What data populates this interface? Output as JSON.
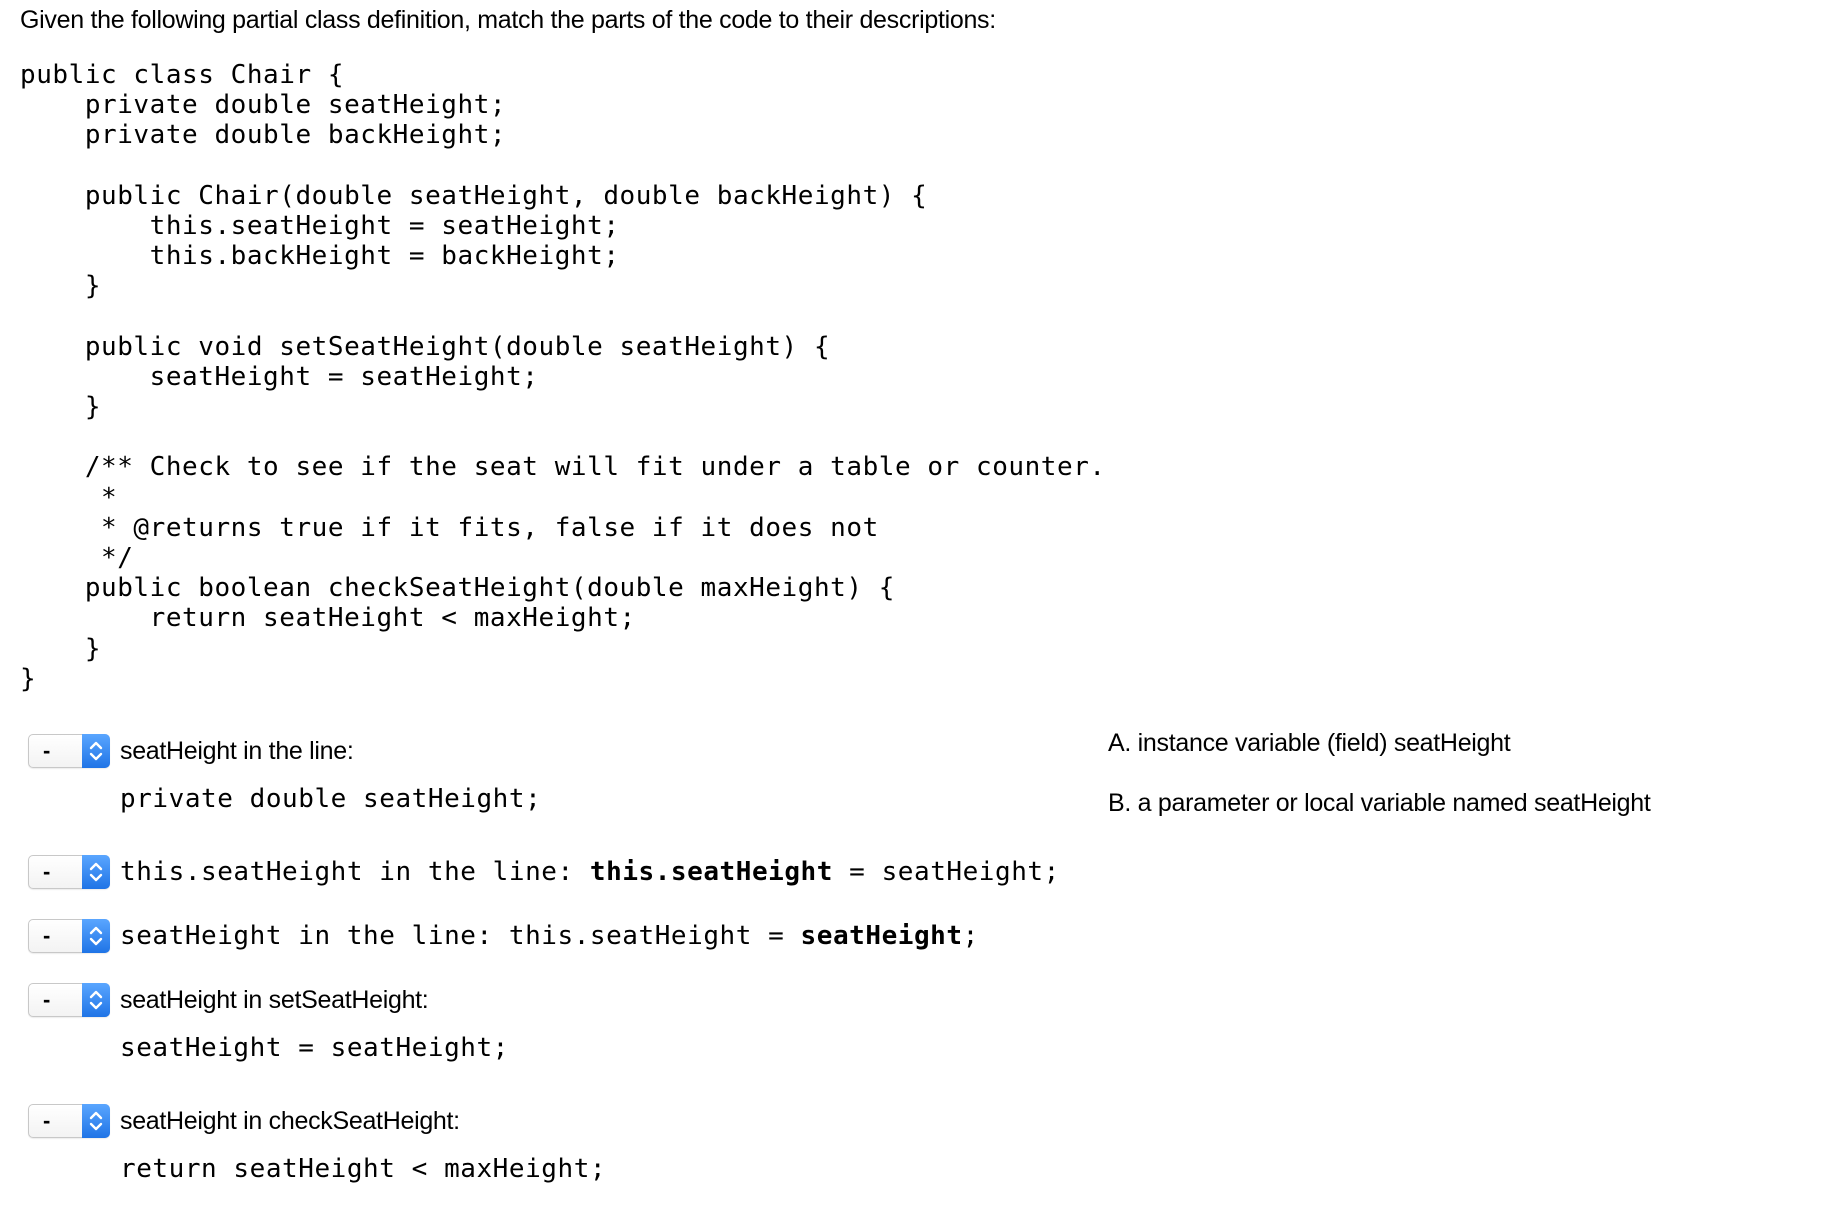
{
  "question": "Given the following partial class definition, match the parts of the code to their descriptions:",
  "code_lines": [
    "public class Chair {",
    "    private double seatHeight;",
    "    private double backHeight;",
    "",
    "    public Chair(double seatHeight, double backHeight) {",
    "        this.seatHeight = seatHeight;",
    "        this.backHeight = backHeight;",
    "    }",
    "",
    "    public void setSeatHeight(double seatHeight) {",
    "        seatHeight = seatHeight;",
    "    }",
    "",
    "    /** Check to see if the seat will fit under a table or counter.",
    "     *",
    "     * @returns true if it fits, false if it does not",
    "     */",
    "    public boolean checkSeatHeight(double maxHeight) {",
    "        return seatHeight < maxHeight;",
    "    }",
    "}"
  ],
  "matches": [
    {
      "selected": "-",
      "label": "seatHeight in the line:",
      "code": "private double seatHeight;"
    },
    {
      "selected": "-",
      "label_pre": "this.seatHeight in the line: ",
      "label_bold": "this.seatHeight",
      "label_post": " = seatHeight;"
    },
    {
      "selected": "-",
      "label_pre": "seatHeight in the line: this.seatHeight = ",
      "label_bold": "seatHeight",
      "label_post": ";"
    },
    {
      "selected": "-",
      "label": "seatHeight in setSeatHeight:",
      "code": "seatHeight = seatHeight;"
    },
    {
      "selected": "-",
      "label": "seatHeight in checkSeatHeight:",
      "code": "return seatHeight < maxHeight;"
    }
  ],
  "answers": [
    "A. instance variable (field) seatHeight",
    "B. a parameter or local variable named seatHeight"
  ],
  "colors": {
    "select_accent": "#1f74e6",
    "select_border": "#c8c8c8"
  },
  "icons": {
    "select_arrows": "up-down-chevron-icon"
  }
}
